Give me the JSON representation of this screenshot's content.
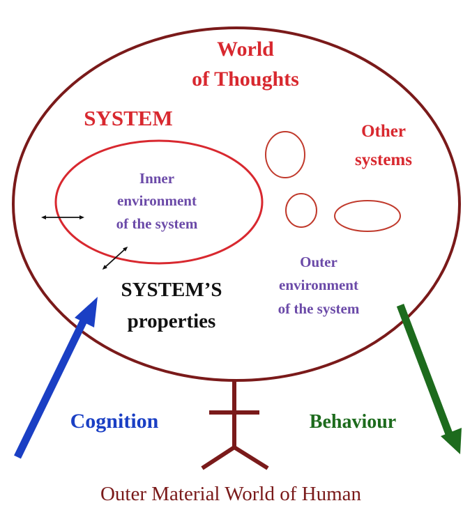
{
  "diagram": {
    "world_title_line1": "World",
    "world_title_line2": "of Thoughts",
    "system_label": "SYSTEM",
    "inner_env_line1": "Inner",
    "inner_env_line2": "environment",
    "inner_env_line3": "of the system",
    "other_systems_line1": "Other",
    "other_systems_line2": "systems",
    "outer_env_line1": "Outer",
    "outer_env_line2": "environment",
    "outer_env_line3": "of the system",
    "properties_line1": "SYSTEM’S",
    "properties_line2": "properties",
    "cognition_label": "Cognition",
    "behaviour_label": "Behaviour",
    "footer_label": "Outer Material World of Human"
  },
  "colors": {
    "outer_ellipse": "#7a1a1a",
    "system_red": "#d8282f",
    "purple_text": "#6b4aa8",
    "black_text": "#111111",
    "cognition_blue": "#1a3fc4",
    "behaviour_green": "#1d6b1d",
    "human_figure": "#7a1a1a",
    "footer_text": "#7a1a1a"
  }
}
